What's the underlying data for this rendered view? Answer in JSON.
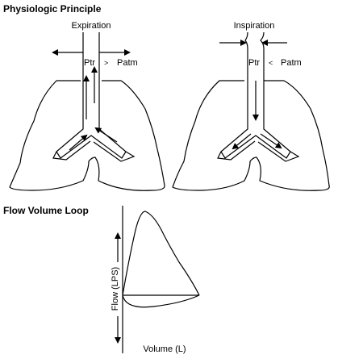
{
  "header": {
    "physiologic_principle": "Physiologic Principle",
    "flow_volume_loop": "Flow Volume Loop"
  },
  "expiration": {
    "label": "Expiration",
    "ptr": "Ptr",
    "comparator": ">",
    "patm": "Patm"
  },
  "inspiration": {
    "label": "Inspiration",
    "ptr": "Ptr",
    "comparator": "<",
    "patm": "Patm"
  },
  "loop": {
    "y_axis_label": "Flow (LPS)",
    "x_axis_label": "Volume (L)"
  }
}
